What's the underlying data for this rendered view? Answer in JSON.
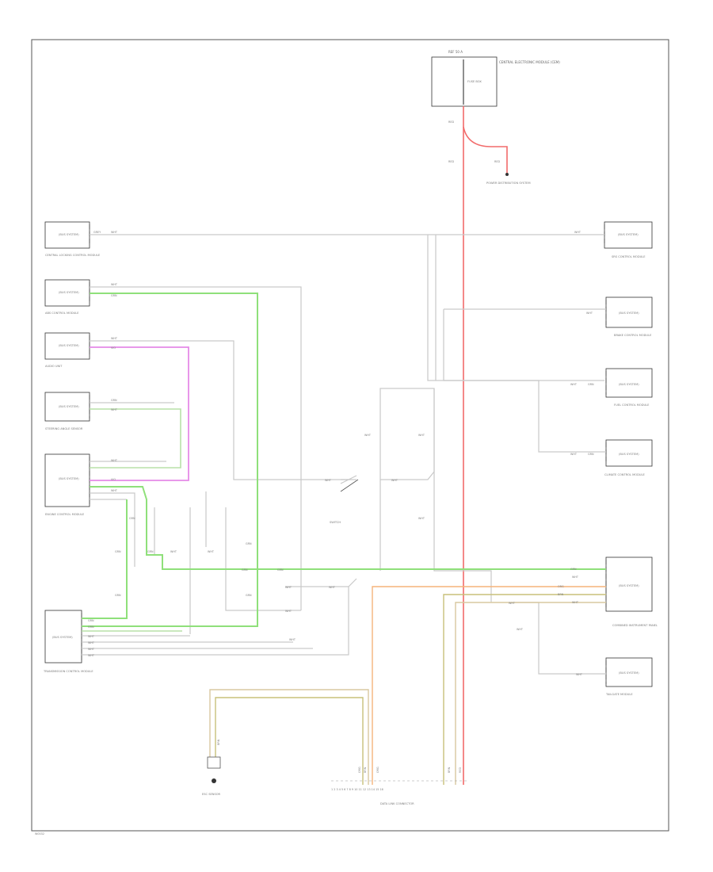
{
  "components": {
    "central_electronic_module": {
      "title": "REF 50 A",
      "name": "CENTRAL ELECTRONIC MODULE (CEM)",
      "inner_label": "FUSE BOX"
    },
    "power_distribution": {
      "name": "POWER DISTRIBUTION SYSTEM"
    },
    "central_locking_module": {
      "box": "(BUS SYSTEM)",
      "name": "CENTRAL LOCKING CONTROL MODULE"
    },
    "abs_module": {
      "box": "(BUS SYSTEM)",
      "name": "ABS CONTROL MODULE"
    },
    "audio_unit": {
      "box": "(BUS SYSTEM)",
      "name": "AUDIO UNIT"
    },
    "steering_sensor": {
      "box": "(BUS SYSTEM)",
      "name": "STEERING ANGLE SENSOR"
    },
    "engine_module": {
      "box": "(BUS SYSTEM)",
      "name": "ENGINE CONTROL MODULE"
    },
    "transmission_module": {
      "box": "(BUS SYSTEM)",
      "name": "TRANSMISSION CONTROL MODULE"
    },
    "srs_module_right": {
      "box": "(BUS SYSTEM)",
      "name": "SRS CONTROL MODULE"
    },
    "brake_module": {
      "box": "(BUS SYSTEM)",
      "name": "BRAKE CONTROL MODULE"
    },
    "fuel_module": {
      "box": "(BUS SYSTEM)",
      "name": "FUEL CONTROL MODULE"
    },
    "climate_module": {
      "box": "(BUS SYSTEM)",
      "name": "CLIMATE CONTROL MODULE"
    },
    "combined_instrument": {
      "box": "(BUS SYSTEM)",
      "name": "COMBINED INSTRUMENT PANEL"
    },
    "tailgate_module": {
      "box": "(BUS SYSTEM)",
      "name": "TAILGATE MODULE"
    },
    "data_link": {
      "name": "DATA LINK CONNECTOR"
    },
    "esc_sensor": {
      "name": "ESC SENSOR"
    },
    "switch": {
      "name": "SWITCH"
    }
  },
  "wire_labels": {
    "red": "RED",
    "wht": "WHT",
    "grn": "GRN",
    "vio": "VIO",
    "org": "ORG",
    "brn": "BRN",
    "grey": "GREY"
  },
  "connector_pins": [
    "1",
    "2",
    "3",
    "4",
    "5",
    "6",
    "7",
    "8",
    "9",
    "10",
    "11",
    "12",
    "13",
    "14",
    "15",
    "16"
  ],
  "footer": {
    "code": "W0032"
  }
}
